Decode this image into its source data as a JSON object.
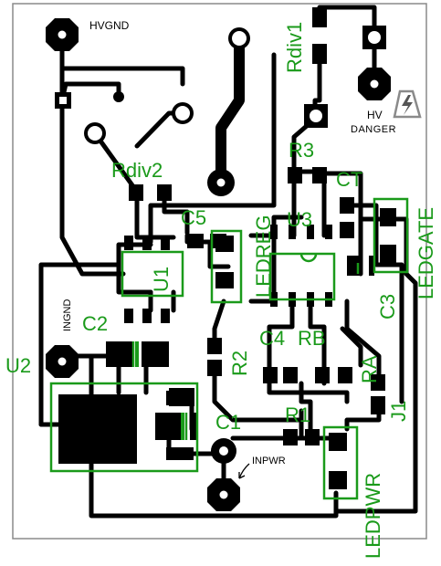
{
  "colors": {
    "copper": "#000000",
    "silk": "#1a9a1a",
    "outline": "#8a8a8a",
    "background": "#ffffff"
  },
  "labels": {
    "hvgnd": "HVGND",
    "ingnd": "INGND",
    "inpwr": "INPWR",
    "hv": "HV",
    "danger": "DANGER",
    "rdiv1": "Rdiv1",
    "rdiv2": "Rdiv2",
    "r3": "R3",
    "ct": "CT",
    "ledgate": "LEDGATE",
    "c5": "C5",
    "u3": "U3",
    "ledreg": "LEDREG",
    "u1": "U1",
    "c3": "C3",
    "c2": "C2",
    "u2": "U2",
    "r2": "R2",
    "c4": "C4",
    "rb": "RB",
    "ra": "RA",
    "j1": "J1",
    "r1": "R1",
    "c1": "C1",
    "ledpwr": "LEDPWR"
  }
}
